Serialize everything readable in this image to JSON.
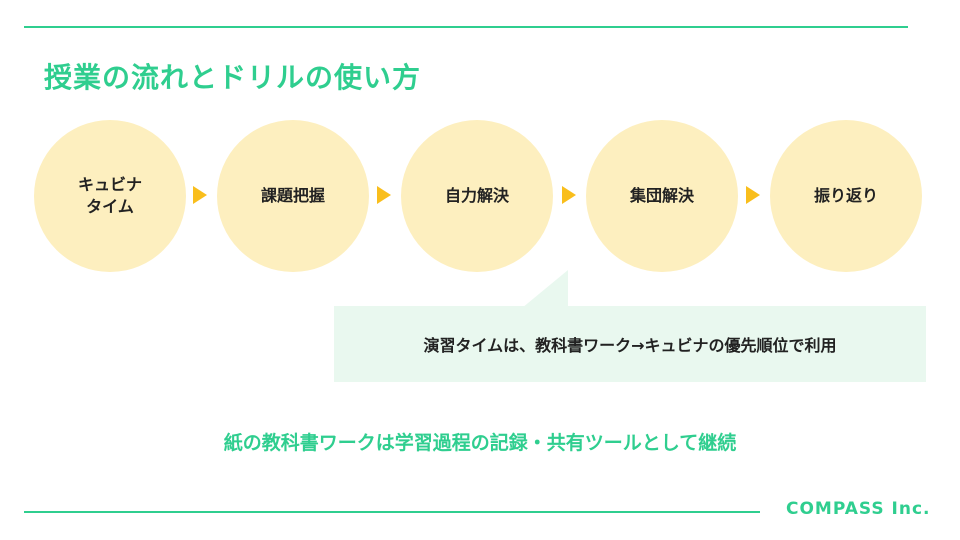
{
  "title": "授業の流れとドリルの使い方",
  "flow": {
    "steps": [
      {
        "label": "キュビナ\nタイム"
      },
      {
        "label": "課題把握"
      },
      {
        "label": "自力解決"
      },
      {
        "label": "集団解決"
      },
      {
        "label": "振り返り"
      }
    ]
  },
  "callout": {
    "text": "演習タイムは、教科書ワーク→キュビナの優先順位で利用"
  },
  "summary": "紙の教科書ワークは学習過程の記録・共有ツールとして継続",
  "footer": {
    "brand": "COMPASS Inc."
  },
  "colors": {
    "accent": "#2fce8f",
    "circle": "#fdefbf",
    "arrow": "#f9be1c",
    "callout_bg": "#e9f8ef",
    "text": "#222222"
  }
}
